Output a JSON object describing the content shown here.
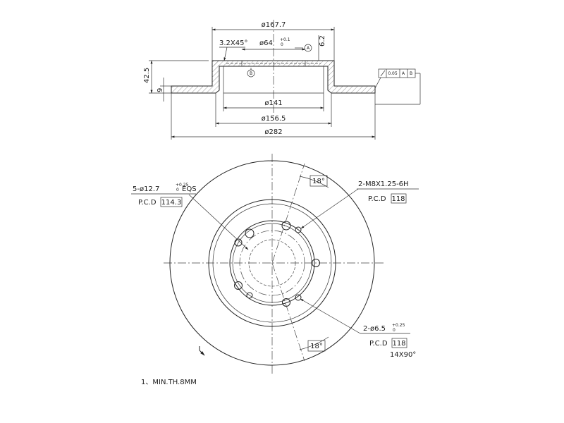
{
  "section_view": {
    "dia_hat": "ø167.7",
    "chamfer": "3.2X45°",
    "dia_center": "ø64",
    "dia_center_tol": "+0.1",
    "dia_center_tol_low": "0",
    "datum_a": "A",
    "datum_b": "B",
    "hat_thickness": "6.2",
    "height_total": "42.5",
    "disc_thickness": "9",
    "fcf_tolerance": "0.05",
    "fcf_ref_a": "A",
    "fcf_ref_b": "B",
    "dia_inner": "ø141",
    "dia_hat_outer": "ø156.5",
    "dia_outer": "ø282"
  },
  "front_view": {
    "bolt_holes": "5-ø12.7",
    "bolt_holes_tol": "+0.25",
    "bolt_holes_tol_low": "0",
    "bolt_holes_eqs": "EQS",
    "pcd_label_1": "P.C.D",
    "pcd_value_1": "114.3",
    "thread_holes": "2-M8X1.25-6H",
    "pcd_label_2": "P.C.D",
    "pcd_value_2": "118",
    "angle_top": "18°",
    "pin_holes": "2-ø6.5",
    "pin_holes_tol": "+0.25",
    "pin_holes_tol_low": "0",
    "pcd_label_3": "P.C.D",
    "pcd_value_3": "118",
    "angle_bottom": "18°",
    "chamfer_note": "14X90°"
  },
  "notes": {
    "min_thickness": "1、MIN.TH.8MM"
  }
}
